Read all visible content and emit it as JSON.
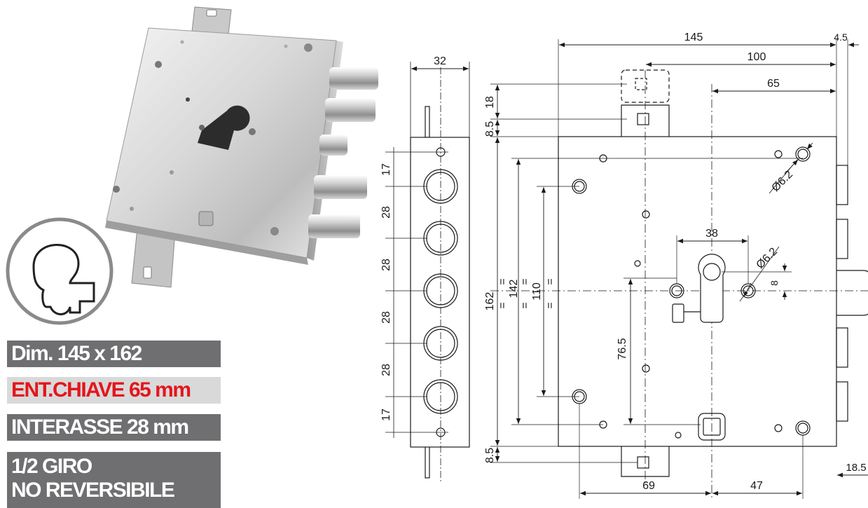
{
  "labels": {
    "dim": "Dim. 145 x 162",
    "ent": "ENT.CHIAVE 65 mm",
    "interasse": "INTERASSE 28 mm",
    "giro_line1": "1/2 GIRO",
    "giro_line2": "NO REVERSIBILE"
  },
  "side_view": {
    "width": "32",
    "spacings": [
      "17",
      "28",
      "28",
      "28",
      "28",
      "17"
    ]
  },
  "front_view": {
    "overall_width": "145",
    "thickness": "4.5",
    "width_100": "100",
    "backset": "65",
    "top_offset_18": "18",
    "top_offset_8_5": "8.5",
    "bottom_offset_8_5": "8.5",
    "height_162": "162",
    "height_142": "142",
    "height_110": "110",
    "eq": "=",
    "hole_dia_top": "Ø6.2",
    "hole_dia_mid": "Ø6.2",
    "cyl_spacing": "38",
    "cyl_offset": "8",
    "height_76_5": "76.5",
    "bottom_69": "69",
    "bottom_47": "47",
    "bolt_18_5": "18.5"
  },
  "colors": {
    "tag_dark": "#6f6f71",
    "tag_light": "#d9d9da",
    "tag_red_text": "#e3161b",
    "line": "#1a1a1a"
  }
}
